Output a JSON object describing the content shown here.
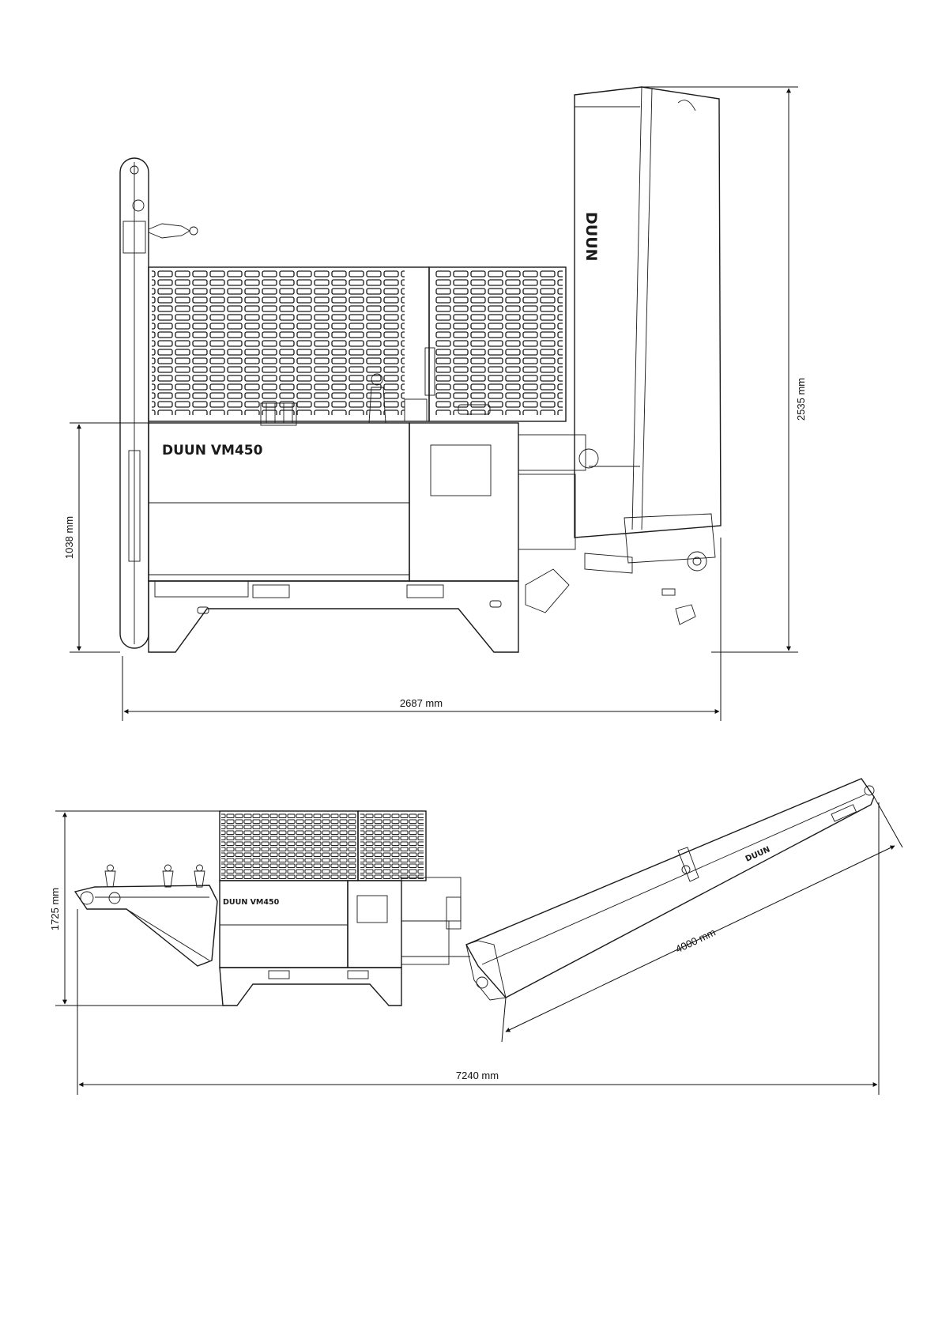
{
  "drawing": {
    "top_view": {
      "brand_mark": "DUUN VM450",
      "conveyor_mark": "DUUN",
      "dimensions": {
        "total_height": "2535 mm",
        "table_height": "1038 mm",
        "total_length": "2687 mm"
      }
    },
    "bottom_view": {
      "brand_mark": "DUUN VM450",
      "conveyor_mark": "DUUN",
      "dimensions": {
        "height": "1725 mm",
        "conveyor_length": "4000 mm",
        "total_length": "7240 mm"
      }
    }
  }
}
